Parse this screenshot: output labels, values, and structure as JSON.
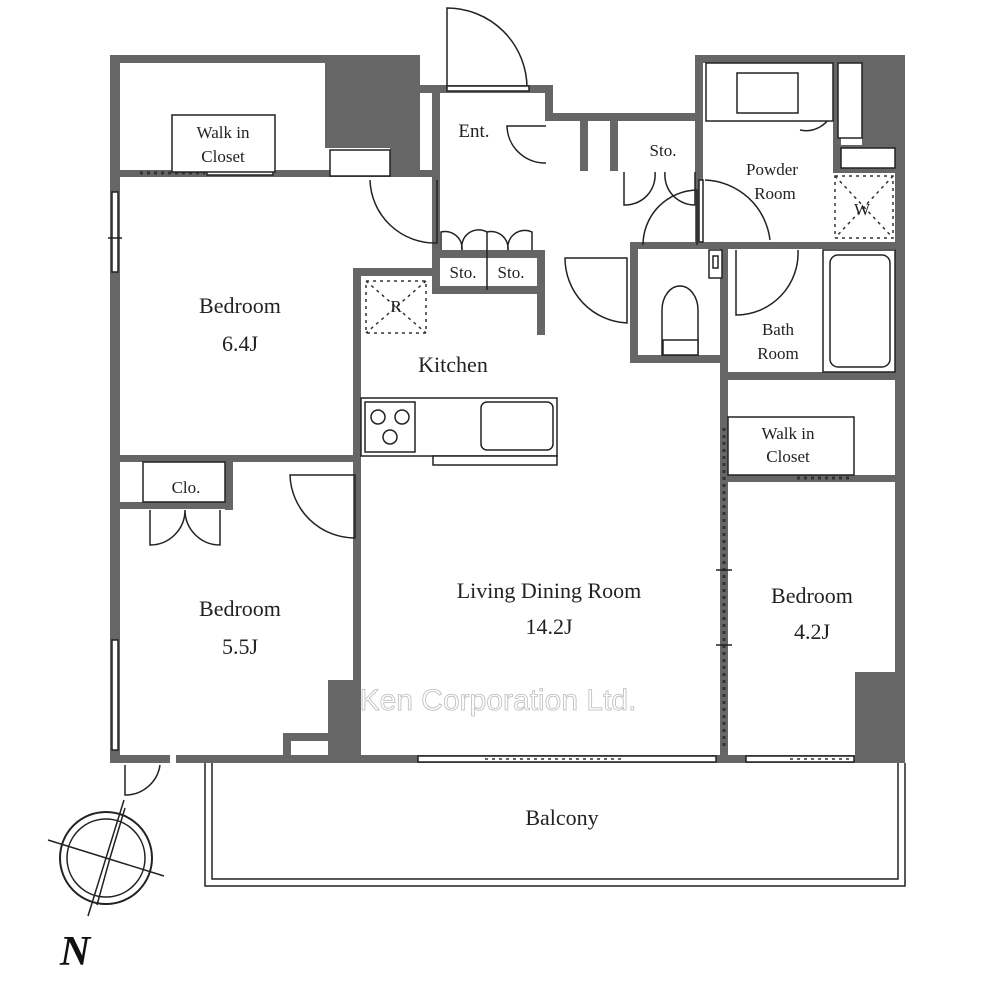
{
  "rooms": {
    "wic_top": {
      "line1": "Walk in",
      "line2": "Closet"
    },
    "entrance": "Ent.",
    "storage_top": "Sto.",
    "powder": {
      "line1": "Powder",
      "line2": "Room"
    },
    "washer": "W",
    "fridge": "R",
    "bedroom1": {
      "name": "Bedroom",
      "size": "6.4J"
    },
    "storage_a": "Sto.",
    "storage_b": "Sto.",
    "kitchen": "Kitchen",
    "bath": {
      "line1": "Bath",
      "line2": "Room"
    },
    "wic_right": {
      "line1": "Walk in",
      "line2": "Closet"
    },
    "closet": "Clo.",
    "bedroom2": {
      "name": "Bedroom",
      "size": "5.5J"
    },
    "living": {
      "name": "Living Dining Room",
      "size": "14.2J"
    },
    "bedroom3": {
      "name": "Bedroom",
      "size": "4.2J"
    },
    "balcony": "Balcony"
  },
  "watermark": "Ken Corporation Ltd.",
  "compass": {
    "label": "N"
  },
  "colors": {
    "wall": "#666666",
    "line": "#222222"
  }
}
